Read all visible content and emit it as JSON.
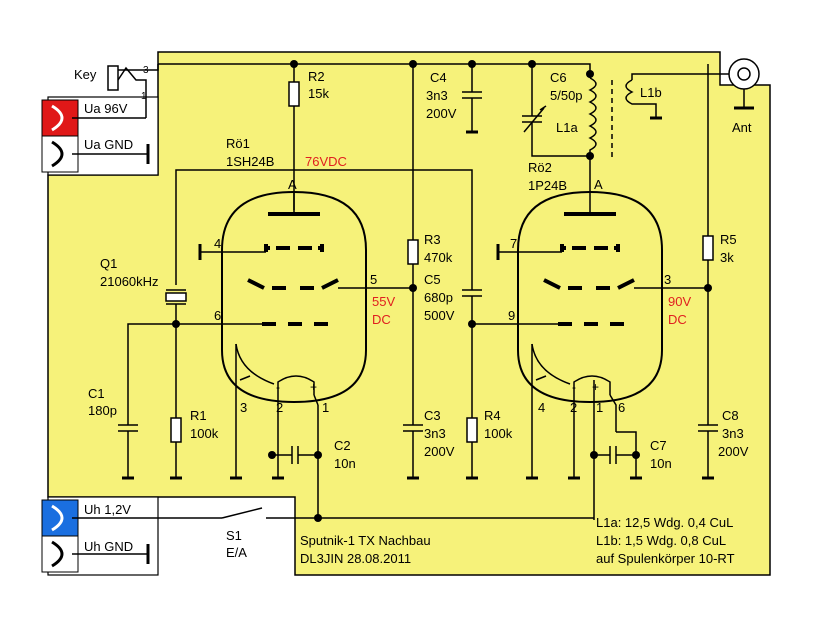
{
  "colors": {
    "board": "#f6f27a",
    "ua_port": "#e01818",
    "uh_port": "#1a6fe0",
    "voltage_text": "#e02020"
  },
  "ports": {
    "key": "Key",
    "key_pin3": "3",
    "key_pin1": "1",
    "ua": "Ua 96V",
    "ua_gnd": "Ua GND",
    "uh": "Uh 1,2V",
    "uh_gnd": "Uh GND"
  },
  "components": {
    "r2": {
      "ref": "R2",
      "val": "15k"
    },
    "r3": {
      "ref": "R3",
      "val": "470k"
    },
    "r4": {
      "ref": "R4",
      "val": "100k"
    },
    "r5": {
      "ref": "R5",
      "val": "3k"
    },
    "r1": {
      "ref": "R1",
      "val": "100k"
    },
    "c1": {
      "ref": "C1",
      "val": "180p"
    },
    "c2": {
      "ref": "C2",
      "val": "10n"
    },
    "c3": {
      "ref": "C3",
      "val": "3n3",
      "val2": "200V"
    },
    "c4": {
      "ref": "C4",
      "val": "3n3",
      "val2": "200V"
    },
    "c5": {
      "ref": "C5",
      "val": "680p",
      "val2": "500V"
    },
    "c6": {
      "ref": "C6",
      "val": "5/50p"
    },
    "c7": {
      "ref": "C7",
      "val": "10n"
    },
    "c8": {
      "ref": "C8",
      "val": "3n3",
      "val2": "200V"
    },
    "q1": {
      "ref": "Q1",
      "val": "21060kHz"
    },
    "l1a": "L1a",
    "l1b": "L1b",
    "ant": "Ant",
    "s1": {
      "ref": "S1",
      "val": "E/A"
    }
  },
  "tubes": {
    "ro1": {
      "ref": "Rö1",
      "type": "1SH24B",
      "anode": "A",
      "pins": [
        "4",
        "5",
        "6",
        "3",
        "2",
        "1"
      ],
      "fil_minus": "-",
      "fil_plus": "+"
    },
    "ro2": {
      "ref": "Rö2",
      "type": "1P24B",
      "anode": "A",
      "pins": [
        "7",
        "3",
        "9",
        "4",
        "2",
        "1",
        "6"
      ],
      "fil_minus": "-",
      "fil_plus": "+"
    }
  },
  "voltages": {
    "anode1": "76VDC",
    "g2_1_v": "55V",
    "g2_1_u": "DC",
    "g2_2_v": "90V",
    "g2_2_u": "DC"
  },
  "notes": {
    "title": "Sputnik-1 TX Nachbau",
    "author": "DL3JIN  28.08.2011",
    "coil1": "L1a: 12,5 Wdg. 0,4 CuL",
    "coil2": "L1b: 1,5 Wdg. 0,8 CuL",
    "coil3": "auf Spulenkörper 10-RT"
  }
}
